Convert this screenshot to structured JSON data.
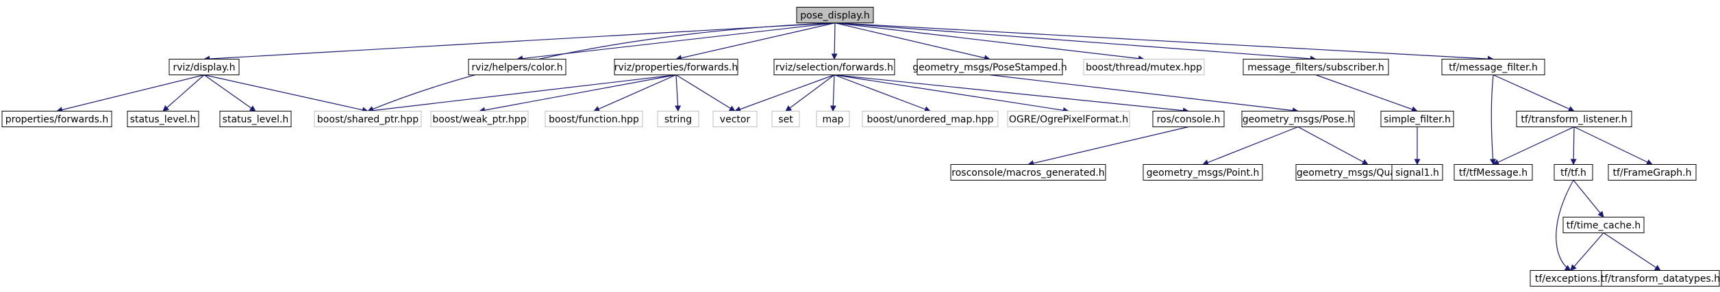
{
  "diagram": {
    "type": "include-dependency-graph",
    "colors": {
      "edge": "#191970",
      "node_border": "#000000",
      "external_border": "#bfbfbf",
      "root_fill": "#bfbfbf",
      "node_fill": "#ffffff",
      "text": "#000000"
    },
    "nodes": [
      {
        "id": "pose_display",
        "label": "pose_display.h",
        "kind": "root"
      },
      {
        "id": "rviz_display",
        "label": "rviz/display.h",
        "kind": "normal"
      },
      {
        "id": "rviz_color",
        "label": "rviz/helpers/color.h",
        "kind": "normal"
      },
      {
        "id": "rviz_prop_fwd",
        "label": "rviz/properties/forwards.h",
        "kind": "normal"
      },
      {
        "id": "rviz_sel_fwd",
        "label": "rviz/selection/forwards.h",
        "kind": "normal"
      },
      {
        "id": "gm_pose_stamped",
        "label": "geometry_msgs/PoseStamped.h",
        "kind": "normal"
      },
      {
        "id": "boost_mutex",
        "label": "boost/thread/mutex.hpp",
        "kind": "external"
      },
      {
        "id": "mf_subscriber",
        "label": "message_filters/subscriber.h",
        "kind": "normal"
      },
      {
        "id": "tf_message_filter",
        "label": "tf/message_filter.h",
        "kind": "normal"
      },
      {
        "id": "prop_fwd",
        "label": "properties/forwards.h",
        "kind": "normal"
      },
      {
        "id": "status_level_a",
        "label": "status_level.h",
        "kind": "normal"
      },
      {
        "id": "status_level_b",
        "label": "status_level.h",
        "kind": "normal"
      },
      {
        "id": "boost_shared_ptr",
        "label": "boost/shared_ptr.hpp",
        "kind": "external"
      },
      {
        "id": "boost_weak_ptr",
        "label": "boost/weak_ptr.hpp",
        "kind": "external"
      },
      {
        "id": "boost_function",
        "label": "boost/function.hpp",
        "kind": "external"
      },
      {
        "id": "string",
        "label": "string",
        "kind": "external"
      },
      {
        "id": "vector",
        "label": "vector",
        "kind": "external"
      },
      {
        "id": "set",
        "label": "set",
        "kind": "external"
      },
      {
        "id": "map",
        "label": "map",
        "kind": "external"
      },
      {
        "id": "boost_unordered_map",
        "label": "boost/unordered_map.hpp",
        "kind": "external"
      },
      {
        "id": "ogre_pixel_format",
        "label": "OGRE/OgrePixelFormat.h",
        "kind": "external"
      },
      {
        "id": "ros_console",
        "label": "ros/console.h",
        "kind": "normal"
      },
      {
        "id": "gm_pose",
        "label": "geometry_msgs/Pose.h",
        "kind": "normal"
      },
      {
        "id": "simple_filter",
        "label": "simple_filter.h",
        "kind": "normal"
      },
      {
        "id": "tf_transform_listener",
        "label": "tf/transform_listener.h",
        "kind": "normal"
      },
      {
        "id": "rosconsole_macros",
        "label": "rosconsole/macros_generated.h",
        "kind": "normal"
      },
      {
        "id": "gm_point",
        "label": "geometry_msgs/Point.h",
        "kind": "normal"
      },
      {
        "id": "gm_quaternion",
        "label": "geometry_msgs/Quaternion.h",
        "kind": "normal"
      },
      {
        "id": "signal1",
        "label": "signal1.h",
        "kind": "normal"
      },
      {
        "id": "tf_tfmessage",
        "label": "tf/tfMessage.h",
        "kind": "normal"
      },
      {
        "id": "tf_tf",
        "label": "tf/tf.h",
        "kind": "normal"
      },
      {
        "id": "tf_framegraph",
        "label": "tf/FrameGraph.h",
        "kind": "normal"
      },
      {
        "id": "tf_time_cache",
        "label": "tf/time_cache.h",
        "kind": "normal"
      },
      {
        "id": "tf_exceptions",
        "label": "tf/exceptions.h",
        "kind": "normal"
      },
      {
        "id": "tf_transform_datatypes",
        "label": "tf/transform_datatypes.h",
        "kind": "normal"
      }
    ],
    "edges": [
      [
        "pose_display",
        "rviz_display"
      ],
      [
        "pose_display",
        "rviz_color"
      ],
      [
        "pose_display",
        "rviz_prop_fwd"
      ],
      [
        "pose_display",
        "rviz_sel_fwd"
      ],
      [
        "pose_display",
        "gm_pose_stamped"
      ],
      [
        "pose_display",
        "boost_mutex"
      ],
      [
        "pose_display",
        "mf_subscriber"
      ],
      [
        "pose_display",
        "tf_message_filter"
      ],
      [
        "pose_display",
        "boost_shared_ptr"
      ],
      [
        "rviz_display",
        "prop_fwd"
      ],
      [
        "rviz_display",
        "status_level_a"
      ],
      [
        "rviz_display",
        "status_level_b"
      ],
      [
        "rviz_display",
        "boost_shared_ptr"
      ],
      [
        "rviz_prop_fwd",
        "boost_shared_ptr"
      ],
      [
        "rviz_prop_fwd",
        "boost_weak_ptr"
      ],
      [
        "rviz_prop_fwd",
        "boost_function"
      ],
      [
        "rviz_prop_fwd",
        "string"
      ],
      [
        "rviz_prop_fwd",
        "vector"
      ],
      [
        "rviz_sel_fwd",
        "vector"
      ],
      [
        "rviz_sel_fwd",
        "set"
      ],
      [
        "rviz_sel_fwd",
        "map"
      ],
      [
        "rviz_sel_fwd",
        "boost_unordered_map"
      ],
      [
        "rviz_sel_fwd",
        "ogre_pixel_format"
      ],
      [
        "rviz_sel_fwd",
        "ros_console"
      ],
      [
        "gm_pose_stamped",
        "gm_pose"
      ],
      [
        "ros_console",
        "rosconsole_macros"
      ],
      [
        "gm_pose",
        "gm_point"
      ],
      [
        "gm_pose",
        "gm_quaternion"
      ],
      [
        "mf_subscriber",
        "simple_filter"
      ],
      [
        "simple_filter",
        "signal1"
      ],
      [
        "tf_message_filter",
        "tf_transform_listener"
      ],
      [
        "tf_message_filter",
        "tf_tfmessage"
      ],
      [
        "tf_transform_listener",
        "tf_tfmessage"
      ],
      [
        "tf_transform_listener",
        "tf_tf"
      ],
      [
        "tf_transform_listener",
        "tf_framegraph"
      ],
      [
        "tf_tf",
        "tf_time_cache"
      ],
      [
        "tf_tf",
        "tf_exceptions"
      ],
      [
        "tf_time_cache",
        "tf_exceptions"
      ],
      [
        "tf_time_cache",
        "tf_transform_datatypes"
      ]
    ]
  }
}
